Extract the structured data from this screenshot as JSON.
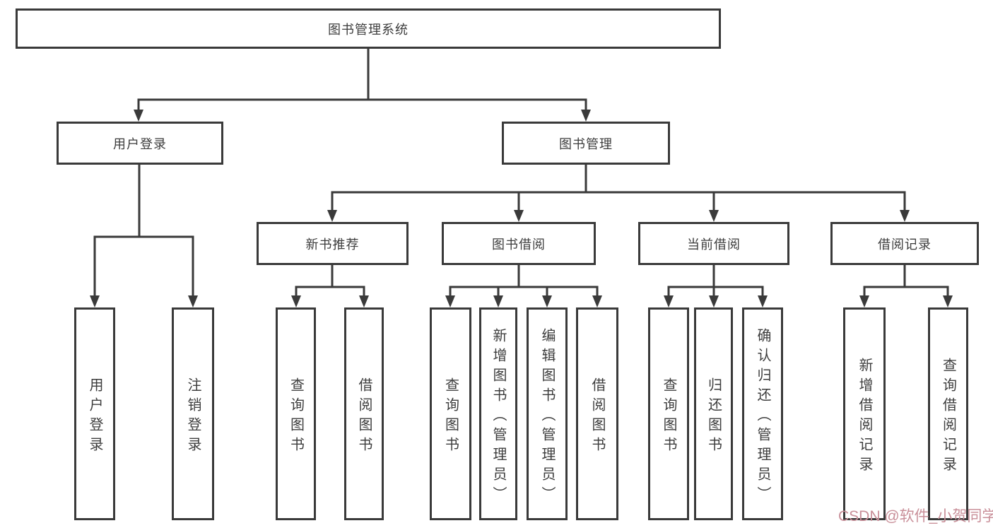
{
  "diagram": {
    "root": {
      "label": "图书管理系统"
    },
    "level2": [
      {
        "label": "用户登录"
      },
      {
        "label": "图书管理"
      }
    ],
    "level3": [
      {
        "label": "新书推荐"
      },
      {
        "label": "图书借阅"
      },
      {
        "label": "当前借阅"
      },
      {
        "label": "借阅记录"
      }
    ],
    "leaves": {
      "user_login": [
        {
          "label": "用户登录"
        },
        {
          "label": "注销登录"
        }
      ],
      "new_book_rec": [
        {
          "label": "查询图书"
        },
        {
          "label": "借阅图书"
        }
      ],
      "book_borrow": [
        {
          "label": "查询图书"
        },
        {
          "label": "新增图书（管理员）"
        },
        {
          "label": "编辑图书（管理员）"
        },
        {
          "label": "借阅图书"
        }
      ],
      "current_borrow": [
        {
          "label": "查询图书"
        },
        {
          "label": "归还图书"
        },
        {
          "label": "确认归还（管理员）"
        }
      ],
      "borrow_record": [
        {
          "label": "新增借阅记录"
        },
        {
          "label": "查询借阅记录"
        }
      ]
    }
  },
  "watermark": {
    "text": "CSDN @软件_小贺同学"
  },
  "colors": {
    "line": "#3a3a3a",
    "text": "#3d3d3d",
    "background": "#ffffff",
    "watermark": "#c98f99"
  }
}
